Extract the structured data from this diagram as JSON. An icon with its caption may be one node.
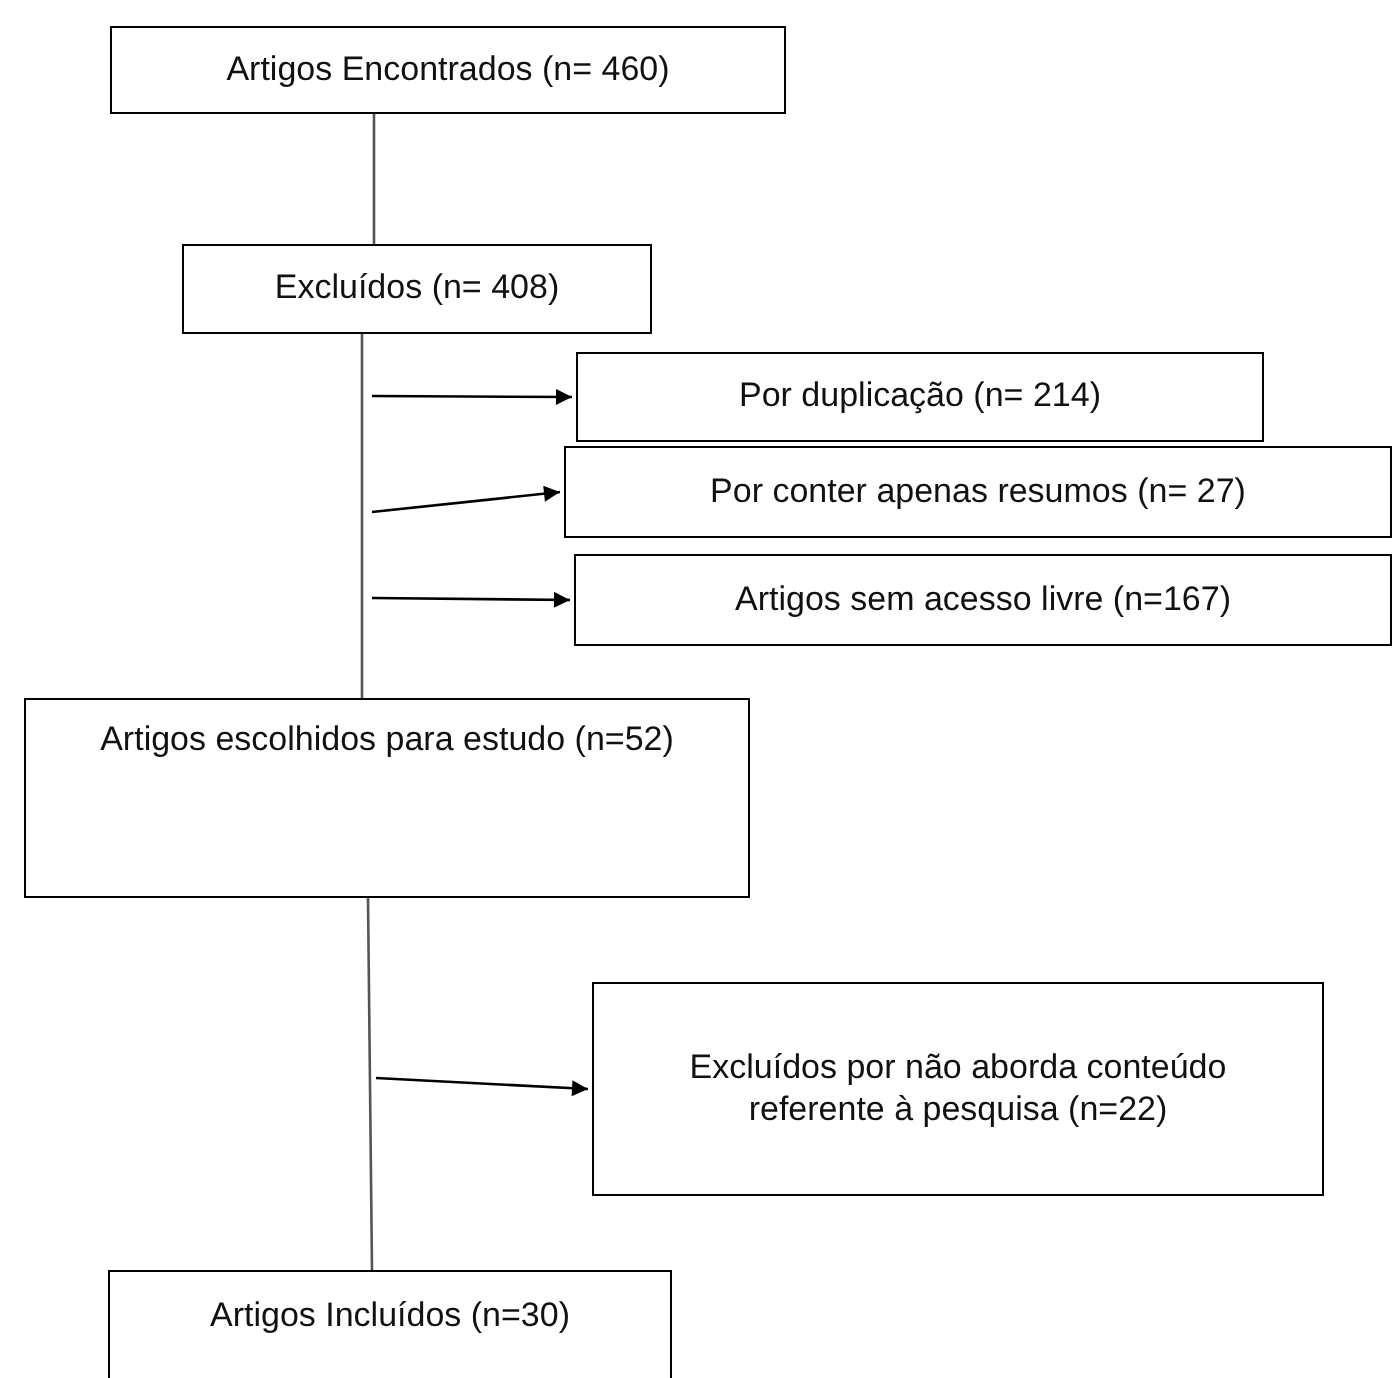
{
  "diagram": {
    "nodes": [
      {
        "text": [
          "Artigos Encontrados (n= 460)"
        ]
      },
      {
        "text": [
          "Excluídos (n= 408)"
        ]
      },
      {
        "text": [
          "Por duplicação (n= 214)"
        ]
      },
      {
        "text": [
          "Por conter apenas resumos (n= 27)"
        ]
      },
      {
        "text": [
          "Artigos sem acesso livre (n=167)"
        ]
      },
      {
        "text": [
          "Artigos escolhidos para estudo (n=52)"
        ]
      },
      {
        "text": [
          "Excluídos por não aborda conteúdo referente à pesquisa (n=22)"
        ]
      },
      {
        "text": [
          "Artigos Incluídos (n=30)"
        ]
      }
    ],
    "edges": [
      {
        "from": 0,
        "to": 1,
        "arrow": "none"
      },
      {
        "from": 1,
        "to": 5,
        "arrow": "none"
      },
      {
        "from": null,
        "to": 2,
        "arrow": "to"
      },
      {
        "from": null,
        "to": 3,
        "arrow": "to"
      },
      {
        "from": null,
        "to": 4,
        "arrow": "to"
      },
      {
        "from": 5,
        "to": 7,
        "arrow": "none"
      },
      {
        "from": null,
        "to": 6,
        "arrow": "to"
      }
    ]
  }
}
